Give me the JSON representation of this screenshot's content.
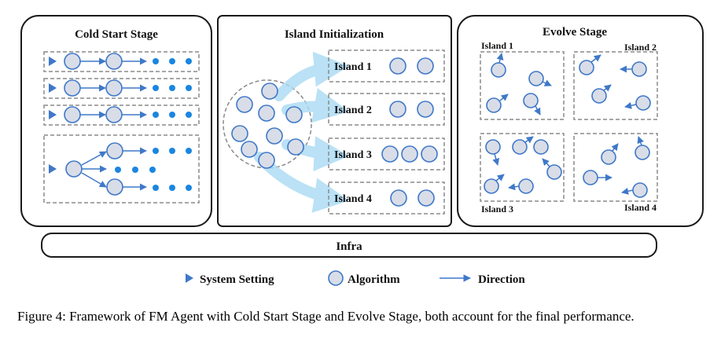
{
  "panels": {
    "cold_start": {
      "title": "Cold Start Stage"
    },
    "island_init": {
      "title": "Island Initialization",
      "islands": [
        "Island 1",
        "Island 2",
        "Island 3",
        "Island 4"
      ]
    },
    "evolve": {
      "title": "Evolve Stage",
      "islands": [
        "Island 1",
        "Island 2",
        "Island 3",
        "Island 4"
      ]
    }
  },
  "infra": {
    "label": "Infra"
  },
  "legend": {
    "system_setting": "System Setting",
    "algorithm": "Algorithm",
    "direction": "Direction"
  },
  "caption": "Figure 4: Framework of FM Agent with Cold Start Stage and Evolve Stage, both account for the final performance.",
  "colors": {
    "circle_fill": "#d9dde7",
    "circle_stroke": "#3f78c9",
    "accent_blue": "#3f78c9",
    "dot_blue": "#1a86e0",
    "flow_arrow": "#a9daf3",
    "outline": "#1a1a1a",
    "dash": "#8a8a8a"
  }
}
